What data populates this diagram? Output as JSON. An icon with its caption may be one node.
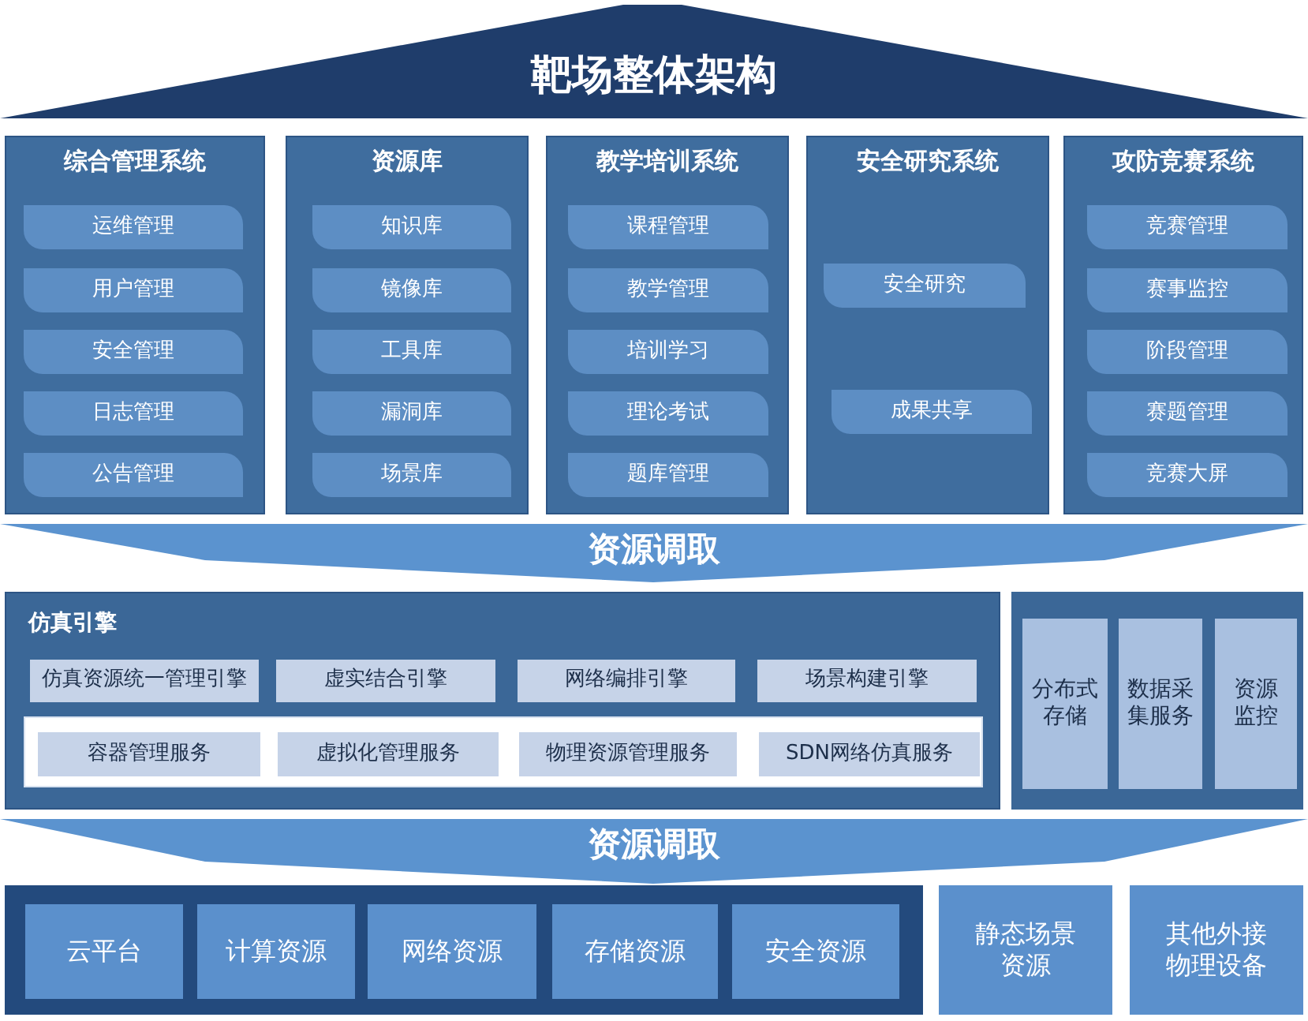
{
  "diagram": {
    "nodes": [
      {
        "text": [
          "靶场整体架构"
        ]
      },
      {
        "text": [
          "综合管理系统"
        ]
      },
      {
        "text": [
          "运维管理"
        ],
        "in": 1
      },
      {
        "text": [
          "用户管理"
        ],
        "in": 1
      },
      {
        "text": [
          "安全管理"
        ],
        "in": 1
      },
      {
        "text": [
          "日志管理"
        ],
        "in": 1
      },
      {
        "text": [
          "公告管理"
        ],
        "in": 1
      },
      {
        "text": [
          "资源库"
        ]
      },
      {
        "text": [
          "知识库"
        ],
        "in": 7
      },
      {
        "text": [
          "镜像库"
        ],
        "in": 7
      },
      {
        "text": [
          "工具库"
        ],
        "in": 7
      },
      {
        "text": [
          "漏洞库"
        ],
        "in": 7
      },
      {
        "text": [
          "场景库"
        ],
        "in": 7
      },
      {
        "text": [
          "教学培训系统"
        ]
      },
      {
        "text": [
          "课程管理"
        ],
        "in": 13
      },
      {
        "text": [
          "教学管理"
        ],
        "in": 13
      },
      {
        "text": [
          "培训学习"
        ],
        "in": 13
      },
      {
        "text": [
          "理论考试"
        ],
        "in": 13
      },
      {
        "text": [
          "题库管理"
        ],
        "in": 13
      },
      {
        "text": [
          "安全研究系统"
        ]
      },
      {
        "text": [
          "安全研究"
        ],
        "in": 19
      },
      {
        "text": [
          "成果共享"
        ],
        "in": 19
      },
      {
        "text": [
          "攻防竞赛系统"
        ]
      },
      {
        "text": [
          "竞赛管理"
        ],
        "in": 22
      },
      {
        "text": [
          "赛事监控"
        ],
        "in": 22
      },
      {
        "text": [
          "阶段管理"
        ],
        "in": 22
      },
      {
        "text": [
          "赛题管理"
        ],
        "in": 22
      },
      {
        "text": [
          "竞赛大屏"
        ],
        "in": 22
      },
      {
        "text": [
          "资源调取"
        ]
      },
      {
        "text": [
          "仿真引擎"
        ]
      },
      {
        "text": [
          "仿真资源统一管理引擎"
        ],
        "in": 29
      },
      {
        "text": [
          "虚实结合引擎"
        ],
        "in": 29
      },
      {
        "text": [
          "网络编排引擎"
        ],
        "in": 29
      },
      {
        "text": [
          "场景构建引擎"
        ],
        "in": 29
      },
      {
        "text": [],
        "shape": "box",
        "in": 29
      },
      {
        "text": [
          "容器管理服务"
        ],
        "in": 34
      },
      {
        "text": [
          "虚拟化管理服务"
        ],
        "in": 34
      },
      {
        "text": [
          "物理资源管理服务"
        ],
        "in": 34
      },
      {
        "text": [
          "SDN网络仿真服务"
        ],
        "in": 34
      },
      {
        "text": [],
        "shape": "box"
      },
      {
        "text": [
          "分布式存储"
        ],
        "in": 39
      },
      {
        "text": [
          "数据采集服务"
        ],
        "in": 39
      },
      {
        "text": [
          "资源监控"
        ],
        "in": 39
      },
      {
        "text": [
          "资源调取"
        ]
      },
      {
        "text": [],
        "shape": "box"
      },
      {
        "text": [
          "云平台"
        ],
        "in": 44
      },
      {
        "text": [
          "计算资源"
        ],
        "in": 44
      },
      {
        "text": [
          "网络资源"
        ],
        "in": 44
      },
      {
        "text": [
          "存储资源"
        ],
        "in": 44
      },
      {
        "text": [
          "安全资源"
        ],
        "in": 44
      },
      {
        "text": [
          "静态场景资源"
        ]
      },
      {
        "text": [
          "其他外接物理设备"
        ]
      }
    ]
  }
}
